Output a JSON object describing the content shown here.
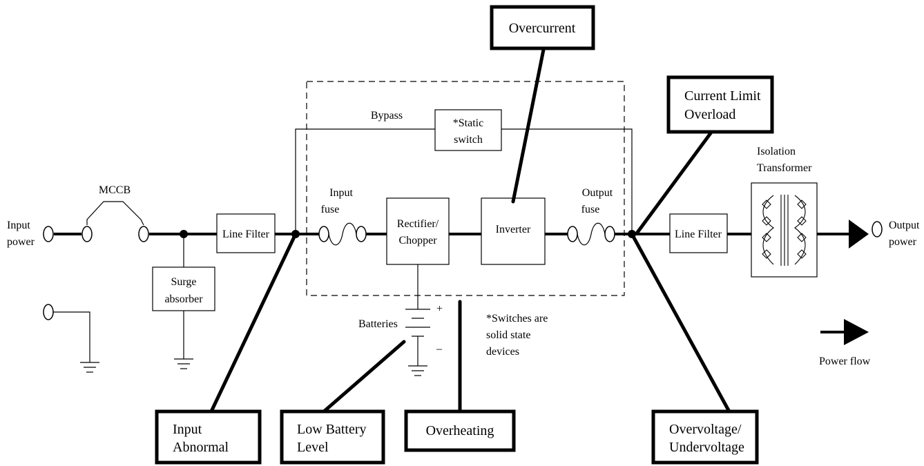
{
  "diagram": {
    "colors": {
      "line": "#000000",
      "background": "#ffffff"
    },
    "labels": {
      "input_power": [
        "Input",
        "power"
      ],
      "output_power": [
        "Output",
        "power"
      ],
      "mccb": "MCCB",
      "line_filter_left": "Line Filter",
      "line_filter_right": "Line Filter",
      "surge_absorber": [
        "Surge",
        "absorber"
      ],
      "bypass": "Bypass",
      "static_switch": [
        "*Static",
        "switch"
      ],
      "input_fuse": [
        "Input",
        "fuse"
      ],
      "output_fuse": [
        "Output",
        "fuse"
      ],
      "rectifier": [
        "Rectifier/",
        "Chopper"
      ],
      "inverter": "Inverter",
      "batteries": "Batteries",
      "battery_plus": "+",
      "battery_minus": "–",
      "switches_note": [
        "*Switches are",
        "solid state",
        "devices"
      ],
      "isolation_transformer": [
        "Isolation",
        "Transformer"
      ],
      "power_flow": "Power flow"
    },
    "alarms": {
      "overcurrent": [
        "Overcurrent"
      ],
      "current_limit": [
        "Current Limit",
        "Overload"
      ],
      "input_abnormal": [
        "Input",
        "Abnormal"
      ],
      "low_battery": [
        "Low Battery",
        "Level"
      ],
      "overheating": [
        "Overheating"
      ],
      "over_under_voltage": [
        "Overvoltage/",
        "Undervoltage"
      ]
    }
  }
}
